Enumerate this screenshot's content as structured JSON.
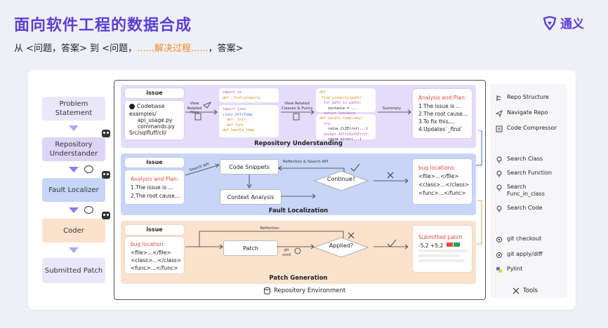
{
  "header": {
    "title": "面向软件工程的数据合成",
    "subtitle_before": "从 <问题，答案> 到 <问题，",
    "subtitle_highlight": "......解决过程......",
    "subtitle_after": "，答案>",
    "logo_text": "通义"
  },
  "left_flow": {
    "steps": [
      "Problem Statement",
      "Repository Understander",
      "Fault Localizer",
      "Coder",
      "Submitted Patch"
    ]
  },
  "stage1": {
    "label": "Repository Understanding",
    "issue": "issue",
    "codebase": "Codebase",
    "files": [
      "examples/",
      "api_usage.py",
      "commands.py",
      "Src/sqlfluff/cli/"
    ],
    "view_plan": "View Related Files",
    "view_classes": "View Related Classes & Funcs",
    "summary": "Summary",
    "code1": [
      "import os",
      "def _find_property"
    ],
    "code2": [
      "import json",
      "class AttrTemp:",
      "def _init_",
      "def func",
      "def handle_temp"
    ],
    "code3": [
      "def _find_property(path):",
      "for path in paths:",
      "instance = ...",
      "return instance"
    ],
    "code4": [
      "def handle_temp(seq):",
      "try:",
      "raise CLIError(...)",
      "except AttributeError:",
      "raise_error(...)"
    ],
    "analysis_title": "Analysis and Plan:",
    "analysis_lines": [
      "1.The issue is ...",
      "2.The root cause...",
      "3.To fix this,...",
      "4.Updates`_find`"
    ]
  },
  "stage2": {
    "label": "Fault Localization",
    "issue": "issue",
    "analysis_title": "Analysis and Plan:",
    "analysis_lines": [
      "1.The issue is ...",
      "2.The root cause..."
    ],
    "search_api": "Search API",
    "reflection": "Reflection & Search API",
    "code_snippets": "Code Snippets",
    "context_analysis": "Context Analysis",
    "continue": "Continue?",
    "bug_title": "bug locations:",
    "bug_lines": [
      "<file>...</file>",
      "<class>...</class>",
      "<func>...</func>"
    ]
  },
  "stage3": {
    "label": "Patch Generation",
    "issue": "issue",
    "bug_title": "bug location:",
    "bug_lines": [
      "<file>...</file>",
      "<class>...</class>",
      "<func>...</func>"
    ],
    "reflection": "Reflection",
    "patch": "Patch",
    "git_cmd": "git cmd",
    "applied": "Applied?",
    "submitted_title": "Submitted patch",
    "diff": "-5,2 +5,2"
  },
  "environment": {
    "label": "Repository Environment"
  },
  "tools": {
    "items": [
      {
        "label": "Repo Structure",
        "icon": "repo-structure-icon"
      },
      {
        "label": "Navigate Repo",
        "icon": "navigate-icon"
      },
      {
        "label": "Code Compressor",
        "icon": "compressor-icon"
      },
      {
        "label": "Search Class",
        "icon": "search-icon"
      },
      {
        "label": "Search Function",
        "icon": "search-icon"
      },
      {
        "label": "Search Func_in_class",
        "icon": "search-icon"
      },
      {
        "label": "Search Code",
        "icon": "search-icon"
      },
      {
        "label": "git checkout",
        "icon": "gear-icon"
      },
      {
        "label": "git apply/diff",
        "icon": "gear-icon"
      },
      {
        "label": "Pylint",
        "icon": "python-icon"
      }
    ],
    "footer": "Tools"
  },
  "colors": {
    "accent": "#5a3fd6",
    "stage1_bg": "#e4dcfa",
    "stage2_bg": "#c8d5f8",
    "stage3_bg": "#fbe2cd",
    "highlight": "#f08a24",
    "error": "#e04b3a"
  }
}
